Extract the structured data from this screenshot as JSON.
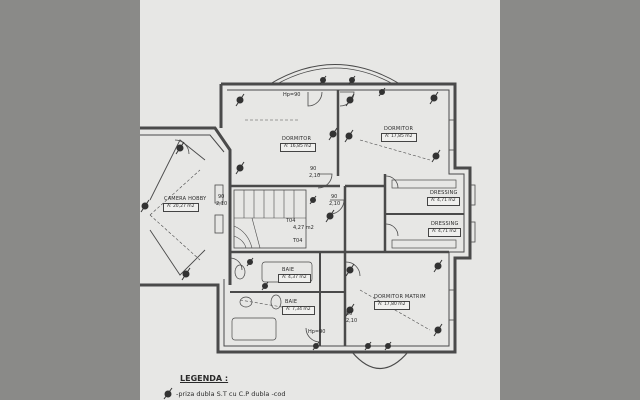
{
  "rooms": {
    "dormitor_1": {
      "name": "DORMITOR",
      "area": "A: 16,85 m2"
    },
    "dormitor_2": {
      "name": "DORMITOR",
      "area": "A: 17,85 m2"
    },
    "camera_hobby": {
      "name": "CAMERA HOBBY",
      "area": "A: 20,27 m2"
    },
    "dressing_1": {
      "name": "DRESSING",
      "area": "A: 4,71 m2"
    },
    "dressing_2": {
      "name": "DRESSING",
      "area": "A: 4,71 m2"
    },
    "hol": {
      "area": "4,27 m2"
    },
    "baie_1": {
      "name": "BAIE",
      "area": "A: 4,37 m2"
    },
    "baie_2": {
      "name": "BAIE",
      "area": "A: 7,34 m2"
    },
    "dormitor_matrimonial": {
      "name": "DORMITOR MATRIM",
      "area": "A: 17,80 m2"
    }
  },
  "dimensions": {
    "hp_top": "Hp=90",
    "hp_bottom": "Hp=90",
    "d_90a": "90",
    "d_210a": "2,10",
    "d_90b": "90",
    "d_210b": "2,10",
    "d_90c": "90",
    "d_210c": "2,10",
    "d_80": "80",
    "d_210d": "2,10",
    "d_74a": "T04",
    "d_74b": "T04"
  },
  "legend": {
    "title": "LEGENDA :",
    "item_1": "-priza dubla S.T cu C.P dubla -cod"
  }
}
